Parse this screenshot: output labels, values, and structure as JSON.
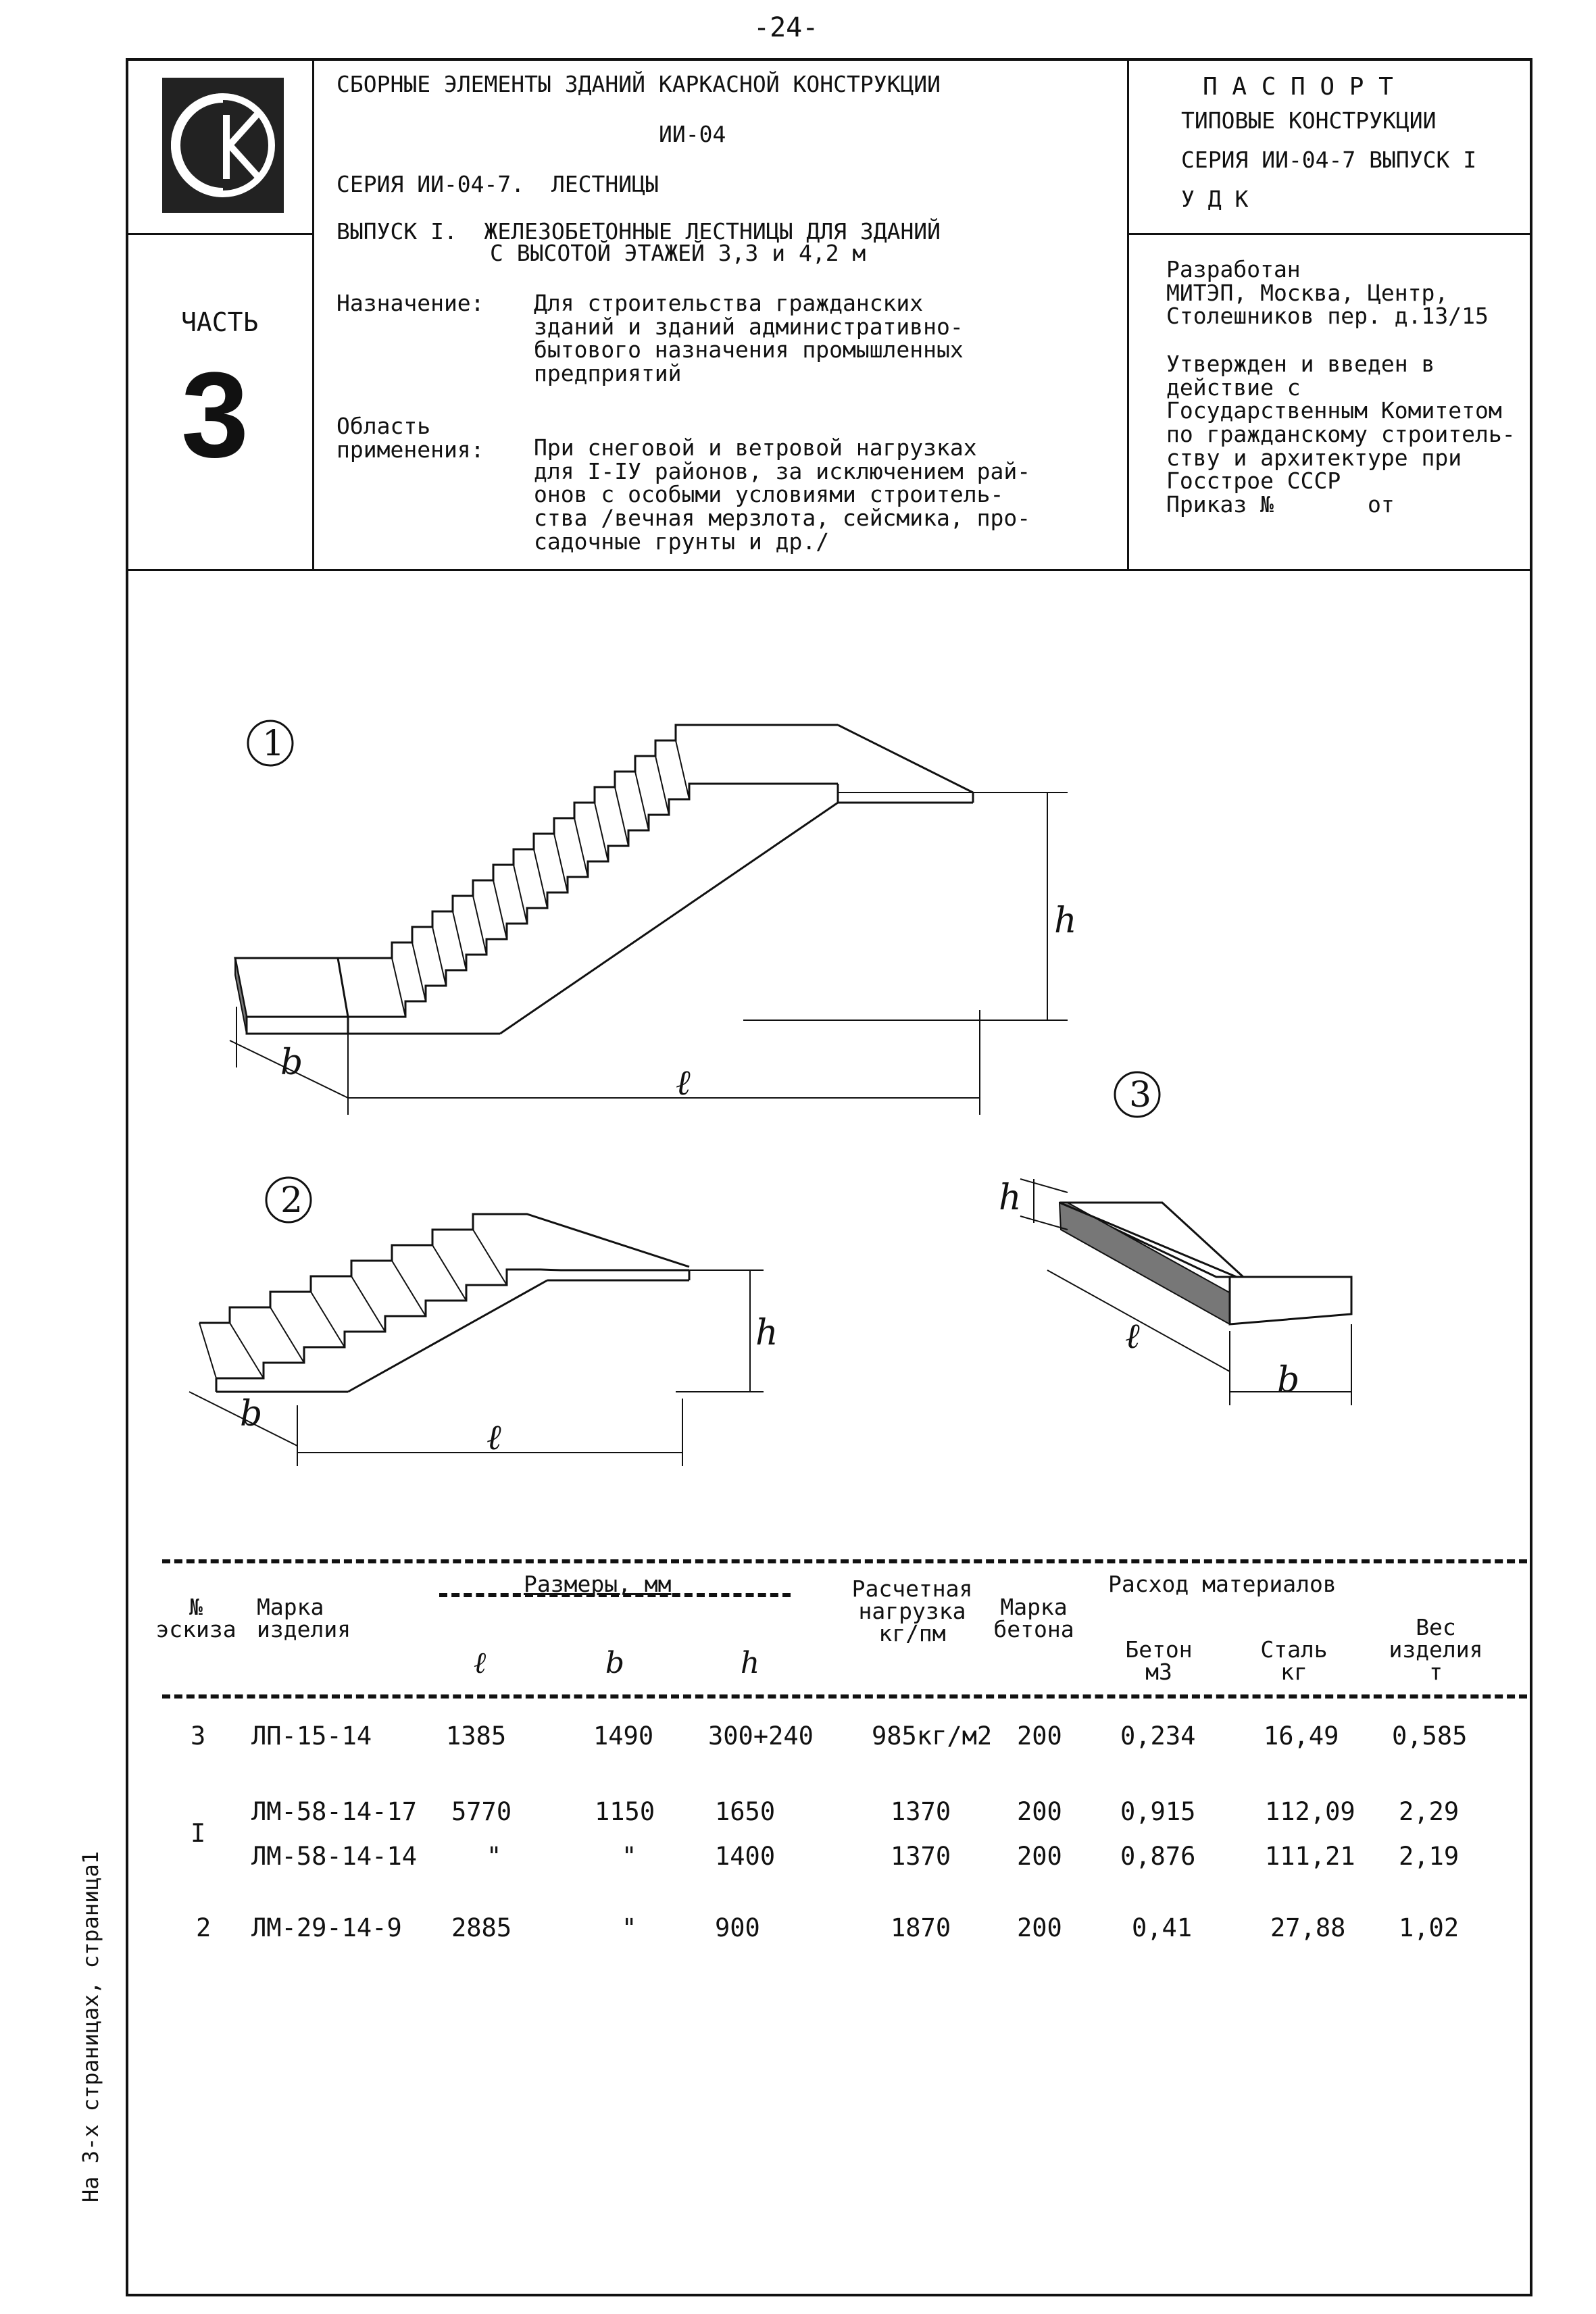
{
  "page_number": "-24-",
  "side_note": "На 3-х страницах, страница1",
  "header": {
    "title_line1": "СБОРНЫЕ ЭЛЕМЕНТЫ ЗДАНИЙ КАРКАСНОЙ КОНСТРУКЦИИ",
    "title_line2": "ИИ-04",
    "series": "СЕРИЯ ИИ-04-7.  ЛЕСТНИЦЫ",
    "issue_line1": "ВЫПУСК I.  ЖЕЛЕЗОБЕТОННЫЕ ЛЕСТНИЦЫ ДЛЯ ЗДАНИЙ",
    "issue_line2": "С ВЫСОТОЙ ЭТАЖЕЙ 3,3 и 4,2 м",
    "purpose_label": "Назначение:",
    "purpose_text": "Для строительства гражданских\nзданий и зданий административно-\nбытового назначения промышленных\nпредприятий",
    "scope_label": "Область\nприменения:",
    "scope_text": "При снеговой и ветровой нагрузках\nдля I-IУ районов, за исключением рай-\nонов с особыми условиями строитель-\nства /вечная мерзлота, сейсмика, про-\nсадочные грунты и др./",
    "part_label": "ЧАСТЬ",
    "part_number": "3",
    "passport_title": "П А С П О Р Т",
    "passport_line2": "ТИПОВЫЕ КОНСТРУКЦИИ",
    "passport_line3": "СЕРИЯ ИИ-04-7 ВЫПУСК I",
    "passport_udk": "У Д К",
    "developer_text": "Разработан\nМИТЭП, Москва, Центр,\nСтолешников пер. д.13/15",
    "approved_text": "Утвержден и введен в\nдействие с\nГосударственным Комитетом\nпо гражданскому строитель-\nству и архитектуре при\nГосстрое СССР\nПриказ №       от"
  },
  "sketches": {
    "s1": "1",
    "s2": "2",
    "s3": "3",
    "l": "ℓ",
    "b": "b",
    "h": "h"
  },
  "table": {
    "headers": {
      "sketch_no": "№\nэскиза",
      "mark": "Марка\nизделия",
      "dims_group": "Размеры, мм",
      "dim_l": "ℓ",
      "dim_b": "b",
      "dim_h": "h",
      "load": "Расчетная\nнагрузка\nкг/пм",
      "concrete_mark": "Марка\nбетона",
      "materials_group": "Расход материалов",
      "concrete": "Бетон\nм3",
      "steel": "Сталь\nкг",
      "weight": "Вес\nизделия\nт"
    },
    "rows": [
      {
        "sketch": "3",
        "mark": "ЛП-15-14",
        "l": "1385",
        "b": "1490",
        "h": "300+240",
        "load": "985кг/м2",
        "concrete_mark": "200",
        "concrete": "0,234",
        "steel": "16,49",
        "weight": "0,585"
      },
      {
        "sketch": "I",
        "mark": "ЛМ-58-14-17",
        "l": "5770",
        "b": "1150",
        "h": "1650",
        "load": "1370",
        "concrete_mark": "200",
        "concrete": "0,915",
        "steel": "112,09",
        "weight": "2,29"
      },
      {
        "sketch": "",
        "mark": "ЛМ-58-14-14",
        "l": "\"",
        "b": "\"",
        "h": "1400",
        "load": "1370",
        "concrete_mark": "200",
        "concrete": "0,876",
        "steel": "111,21",
        "weight": "2,19"
      },
      {
        "sketch": "2",
        "mark": "ЛМ-29-14-9",
        "l": "2885",
        "b": "\"",
        "h": "900",
        "load": "1870",
        "concrete_mark": "200",
        "concrete": "0,41",
        "steel": "27,88",
        "weight": "1,02"
      }
    ]
  }
}
